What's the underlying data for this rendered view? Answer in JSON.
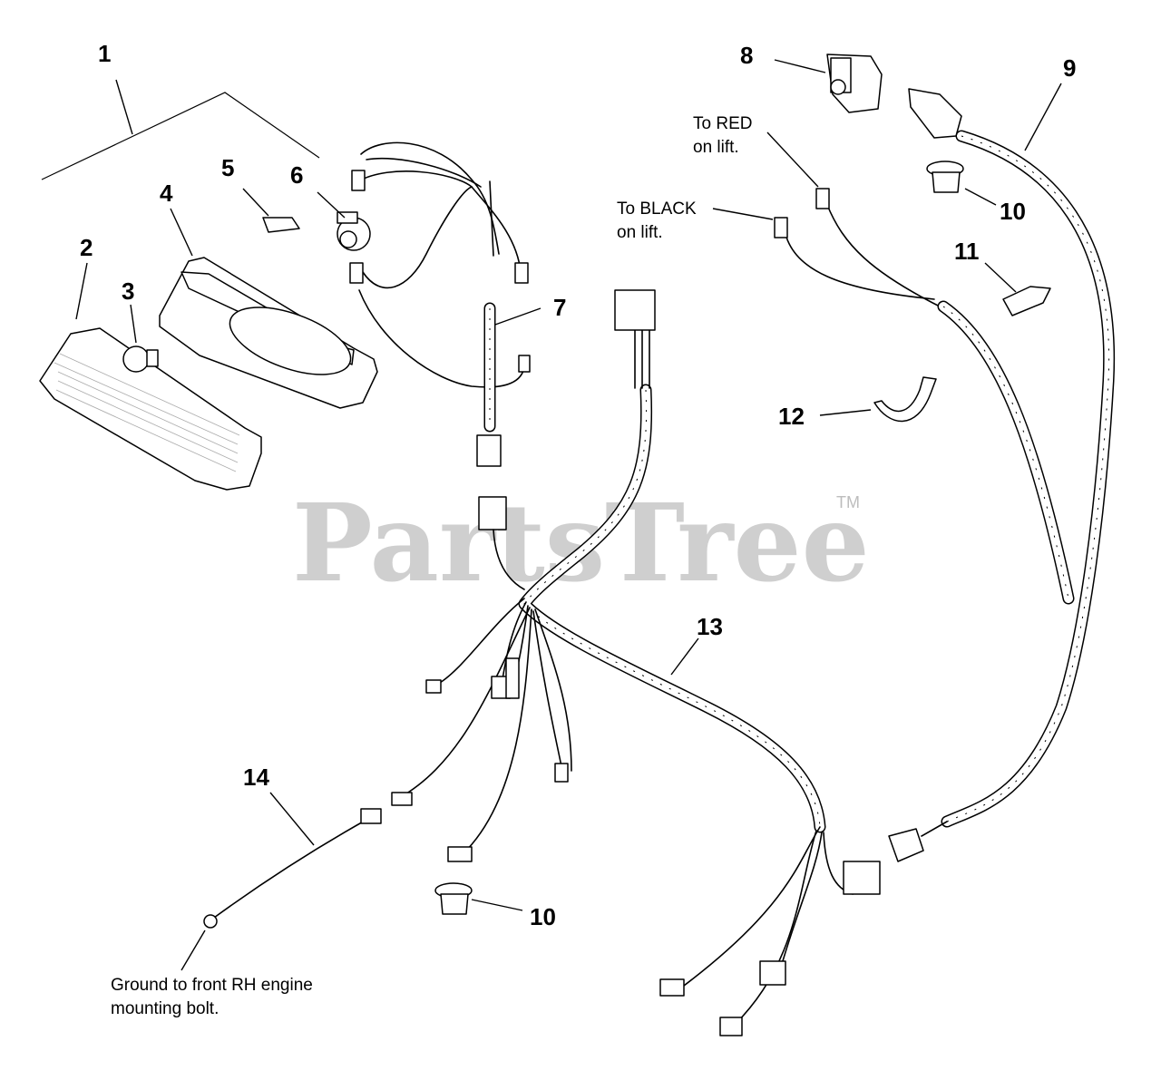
{
  "watermark": {
    "text": "PartsTree",
    "trademark": "TM"
  },
  "callouts": [
    {
      "id": "1",
      "label": "1"
    },
    {
      "id": "2",
      "label": "2"
    },
    {
      "id": "3",
      "label": "3"
    },
    {
      "id": "4",
      "label": "4"
    },
    {
      "id": "5",
      "label": "5"
    },
    {
      "id": "6",
      "label": "6"
    },
    {
      "id": "7",
      "label": "7"
    },
    {
      "id": "8",
      "label": "8"
    },
    {
      "id": "9",
      "label": "9"
    },
    {
      "id": "10a",
      "label": "10"
    },
    {
      "id": "10b",
      "label": "10"
    },
    {
      "id": "11",
      "label": "11"
    },
    {
      "id": "12",
      "label": "12"
    },
    {
      "id": "13",
      "label": "13"
    },
    {
      "id": "14",
      "label": "14"
    }
  ],
  "notes": {
    "to_red_line1": "To RED",
    "to_red_line2": "on lift.",
    "to_black_line1": "To BLACK",
    "to_black_line2": "on lift.",
    "ground_line1": "Ground to front RH engine",
    "ground_line2": "mounting bolt."
  }
}
